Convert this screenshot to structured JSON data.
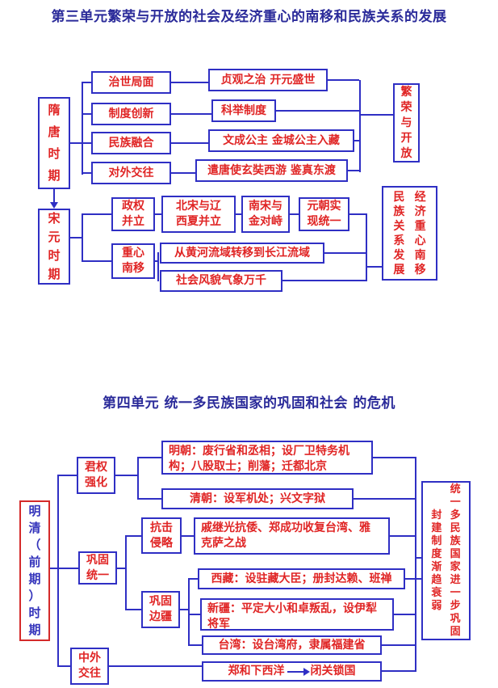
{
  "colors": {
    "title_navy": "#2b2b9a",
    "line_blue": "#2f2fc4",
    "box_text_red": "#e02525",
    "mingqing_border_red": "#d42a2a",
    "mingqing_text_blue": "#3333bb",
    "background": "#ffffff"
  },
  "unit3": {
    "title": "第三单元繁荣与开放的社会及经济重心的南移和民族关系的发展",
    "sui_tang": "隋唐时期",
    "cat": {
      "zhishi": "治世局面",
      "zhidu": "制度创新",
      "minzu": "民族融合",
      "duiwai": "对外交往"
    },
    "det": {
      "zhenguan": "贞观之治 开元盛世",
      "keju": "科举制度",
      "wencheng": "文成公主 金城公主入藏",
      "qiantang": "遣唐使玄奘西游 鉴真东渡"
    },
    "fan_rong": "繁荣与开放",
    "song_yuan": "宋元时期",
    "zhengquan": [
      "政权",
      "并立"
    ],
    "beisong": [
      "北宋与辽",
      "西夏并立"
    ],
    "nansong": [
      "南宋与",
      "金对峙"
    ],
    "yuanchao": [
      "元朝实",
      "现统一"
    ],
    "zhongxin": [
      "重心",
      "南移"
    ],
    "huanghe": "从黄河流域转移到长江流域",
    "shehui": "社会风貌气象万千",
    "summary_left": "民族关系发展",
    "summary_right": "经济重心南移"
  },
  "unit4": {
    "title": "第四单元 统一多民族国家的巩固和社会 的危机",
    "ming_qing": "明清（前期）时期",
    "junquan": [
      "君权",
      "强化"
    ],
    "mingchao": [
      "明朝：废行省和丞相；设厂卫特务机",
      "构；八股取士；削藩；迁都北京"
    ],
    "qingchao": "清朝：设军机处；兴文字狱",
    "kangji": [
      "抗击",
      "侵略"
    ],
    "qijiguang": [
      "戚继光抗倭、郑成功收复台湾、雅",
      "克萨之战"
    ],
    "gonggu_tongyi": [
      "巩固",
      "统一"
    ],
    "gonggu_bianjiang": [
      "巩固",
      "边疆"
    ],
    "xizang": "西藏：设驻藏大臣；册封达赖、班禅",
    "xinjiang": [
      "新疆：平定大小和卓叛乱，设伊犁",
      "将军"
    ],
    "taiwan": "台湾：设台湾府，隶属福建省",
    "zhongwai": [
      "中外",
      "交往"
    ],
    "zhenghe_left": "郑和下西洋",
    "zhenghe_right": "闭关锁国",
    "summary_left": "封建制度渐趋衰弱",
    "summary_right": "统一多民族国家进一步巩固"
  }
}
